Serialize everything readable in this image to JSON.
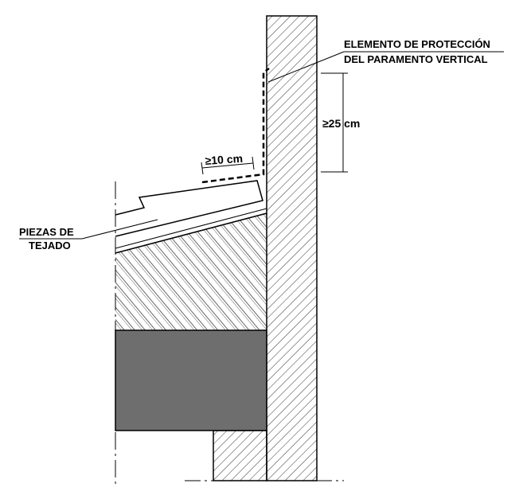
{
  "labels": {
    "protection_line1": "ELEMENTO DE PROTECCIÓN",
    "protection_line2": "DEL PARAMENTO VERTICAL",
    "dim_vertical": "≥25 cm",
    "dim_horizontal": "≥10 cm",
    "tiles_line1": "PIEZAS DE",
    "tiles_line2": "TEJADO"
  },
  "colors": {
    "stroke": "#000000",
    "concrete_slab": "#6e6e6e",
    "hatch": "#000000",
    "background": "#ffffff"
  }
}
